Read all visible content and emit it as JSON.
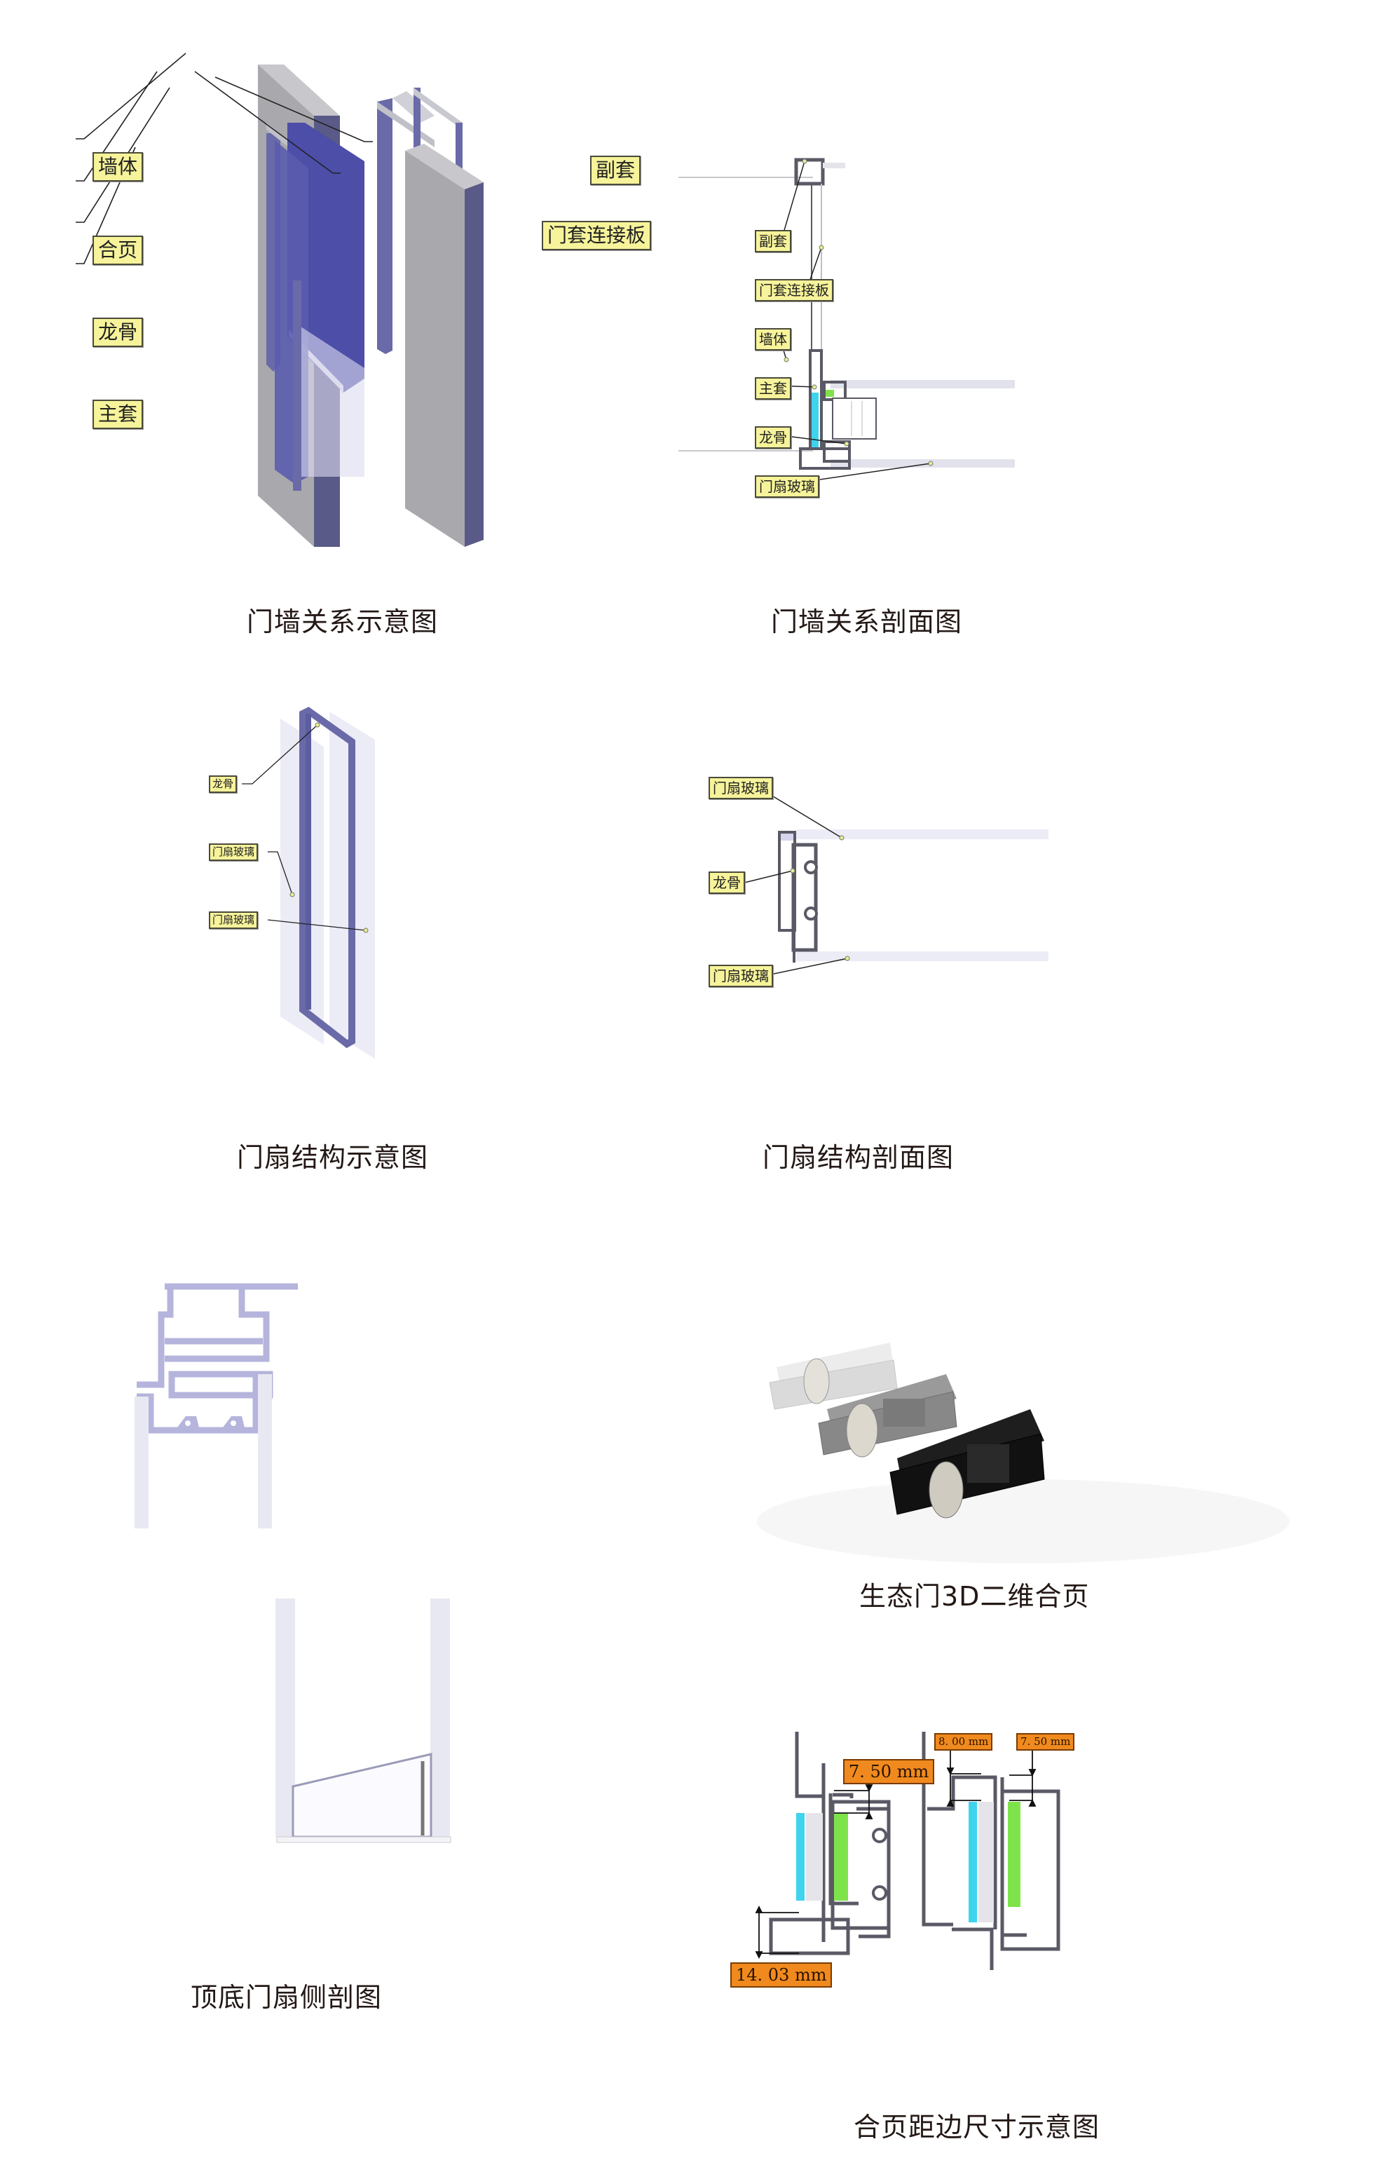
{
  "figures": {
    "wall_relation_diagram": {
      "caption": "门墙关系示意图",
      "labels": {
        "wall": "墙体",
        "hinge": "合页",
        "keel": "龙骨",
        "main_frame": "主套",
        "sub_frame": "副套",
        "frame_connector": "门套连接板"
      }
    },
    "wall_relation_section": {
      "caption": "门墙关系剖面图",
      "labels": {
        "sub_frame": "副套",
        "frame_connector": "门套连接板",
        "wall": "墙体",
        "main_frame": "主套",
        "keel": "龙骨",
        "door_glass": "门扇玻璃"
      }
    },
    "leaf_structure_diagram": {
      "caption": "门扇结构示意图",
      "labels": {
        "keel": "龙骨",
        "door_glass_1": "门扇玻璃",
        "door_glass_2": "门扇玻璃"
      }
    },
    "leaf_structure_section": {
      "caption": "门扇结构剖面图",
      "labels": {
        "door_glass_top": "门扇玻璃",
        "keel": "龙骨",
        "door_glass_bottom": "门扇玻璃"
      }
    },
    "top_bottom_leaf_section": {
      "caption": "顶底门扇侧剖图"
    },
    "hinge_3d": {
      "caption": "生态门3D二维合页",
      "finishes": [
        "silver",
        "grey",
        "black"
      ]
    },
    "hinge_edge_dimensions": {
      "caption": "合页距边尺寸示意图",
      "dimensions": {
        "left_top": "7. 50  mm",
        "left_bottom": "14. 03  mm",
        "right_a": "8. 00  mm",
        "right_b": "7. 50  mm"
      }
    }
  },
  "colors": {
    "callout_fill": "#f6f39a",
    "dimension_fill": "#f08a1e",
    "profile_blue": "#5c5ea0",
    "profile_grey": "#5a5a66",
    "wall_grey": "#a9a9ad",
    "glass": "#e7e7f3",
    "hinge_cyan": "#3fd3ee",
    "hinge_green": "#7ee34a"
  }
}
